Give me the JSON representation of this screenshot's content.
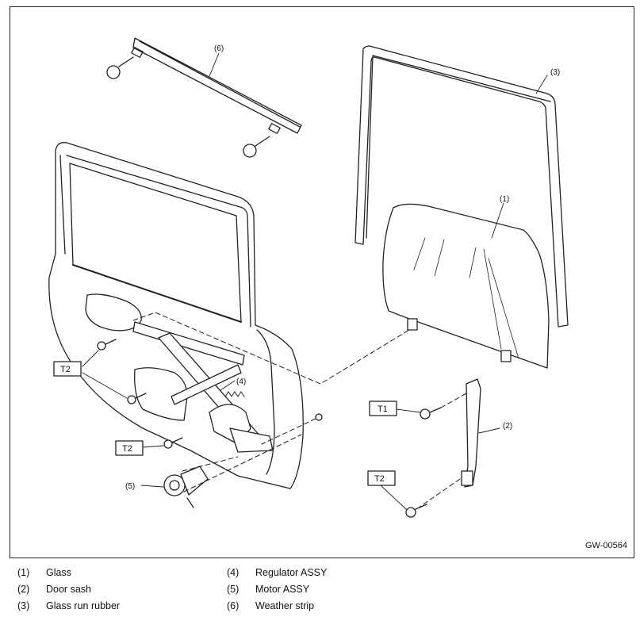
{
  "diagram_code": "GW-00564",
  "callouts": {
    "glass": "(1)",
    "door_sash": "(2)",
    "glass_run_rubber": "(3)",
    "regulator": "(4)",
    "motor": "(5)",
    "weather_strip": "(6)"
  },
  "torque_tags": {
    "t1": "T1",
    "t2_upper": "T2",
    "t2_middle": "T2",
    "t2_lower": "T2"
  },
  "legend": [
    {
      "num": "(1)",
      "label": "Glass"
    },
    {
      "num": "(2)",
      "label": "Door sash"
    },
    {
      "num": "(3)",
      "label": "Glass run rubber"
    },
    {
      "num": "(4)",
      "label": "Regulator ASSY"
    },
    {
      "num": "(5)",
      "label": "Motor ASSY"
    },
    {
      "num": "(6)",
      "label": "Weather strip"
    }
  ]
}
